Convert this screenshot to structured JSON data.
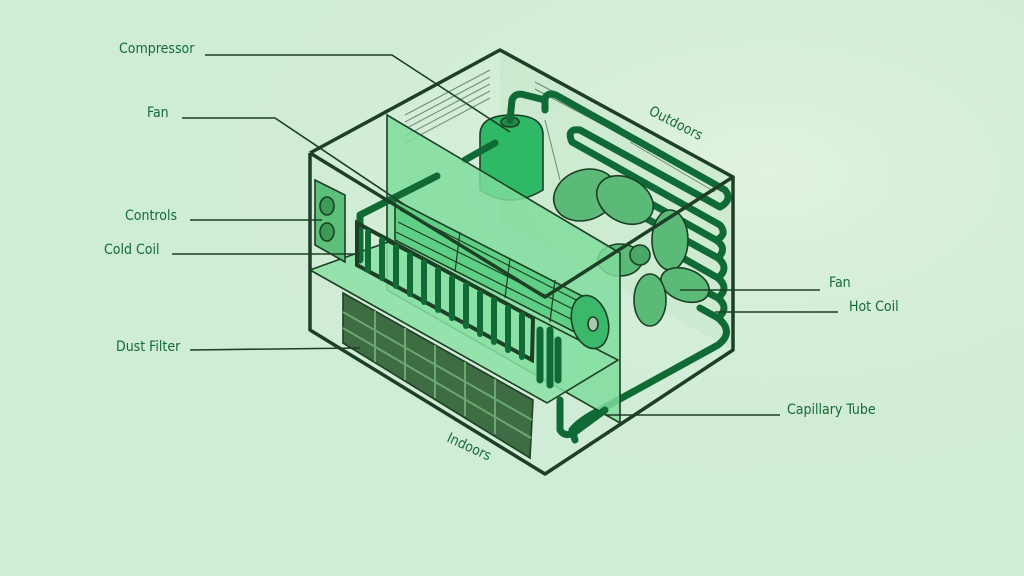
{
  "labels": {
    "compressor": "Compressor",
    "fan_left": "Fan",
    "controls": "Controls",
    "cold_coil": "Cold Coil",
    "dust_filter": "Dust Filter",
    "fan_right": "Fan",
    "hot_coil": "Hot Coil",
    "capillary_tube": "Capillary Tube",
    "outdoors": "Outdoors",
    "indoors": "Indoors"
  },
  "colors": {
    "background": "#cfecd6",
    "outline": "#1c3f25",
    "tube": "#0f6a35",
    "divider_panel": "#7fdc9c",
    "compressor": "#2fb865",
    "filter": "#3e6d43",
    "label_text": "#156b34"
  }
}
